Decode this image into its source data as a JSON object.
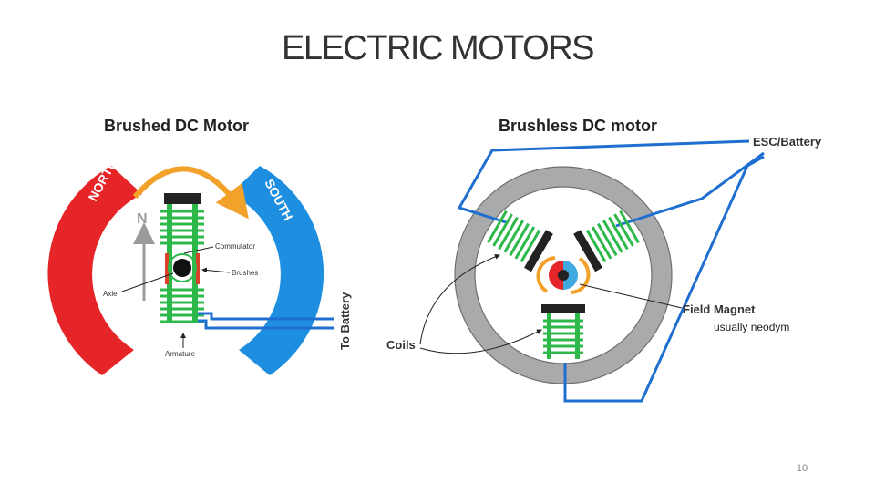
{
  "slide": {
    "title": "ELECTRIC MOTORS",
    "page_number": "10",
    "note": "usually neodym"
  },
  "brushed": {
    "title": "Brushed DC Motor",
    "north_label": "NORTH",
    "south_label": "SOUTH",
    "n_marker": "N",
    "commutator_label": "Commutator",
    "brushes_label": "Brushes",
    "axle_label": "Axle",
    "armature_label": "Armature",
    "battery_label": "To Battery"
  },
  "brushless": {
    "title": "Brushless DC motor",
    "esc_label": "ESC/Battery",
    "field_magnet_label": "Field Magnet",
    "coils_label": "Coils"
  },
  "colors": {
    "north_red": "#e52528",
    "south_blue": "#1e8fe0",
    "coil_green": "#2db84a",
    "wire_blue": "#1f6fd0",
    "arrow_orange": "#f2a22a",
    "stator_gray": "#a9aaac"
  }
}
